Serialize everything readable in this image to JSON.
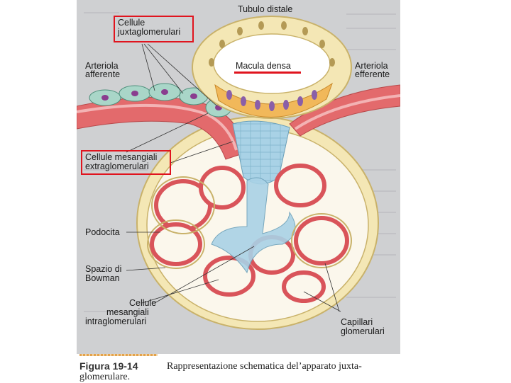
{
  "labels": {
    "tubulo_distale": "Tubulo distale",
    "cellule_juxta_1": "Cellule",
    "cellule_juxta_2": "juxtaglomerulari",
    "macula_densa": "Macula densa",
    "arteriola_afferente_1": "Arteriola",
    "arteriola_afferente_2": "afferente",
    "arteriola_efferente_1": "Arteriola",
    "arteriola_efferente_2": "efferente",
    "mesangiali_extra_1": "Cellule mesangiali",
    "mesangiali_extra_2": "extraglomerulari",
    "podocita": "Podocita",
    "spazio_bowman_1": "Spazio di",
    "spazio_bowman_2": "Bowman",
    "mesangiali_intra_1": "Cellule",
    "mesangiali_intra_2": "mesangiali",
    "mesangiali_intra_3": "intraglomerulari",
    "capillari_1": "Capillari",
    "capillari_2": "glomerulari"
  },
  "caption": {
    "figure_number": "Figura 19-14",
    "text_line1": "Rappresentazione schematica del’apparato juxta-",
    "text_line2": "glomerulare."
  },
  "colors": {
    "highlight_box": "#e0141e",
    "background": "#cfd0d2",
    "vessel_wall": "#e36a6c",
    "juxta_cells": "#a9d6c8",
    "mesangial": "#a9d2e6",
    "macula": "#f1b85a",
    "podocyte": "#f4e7b5"
  }
}
